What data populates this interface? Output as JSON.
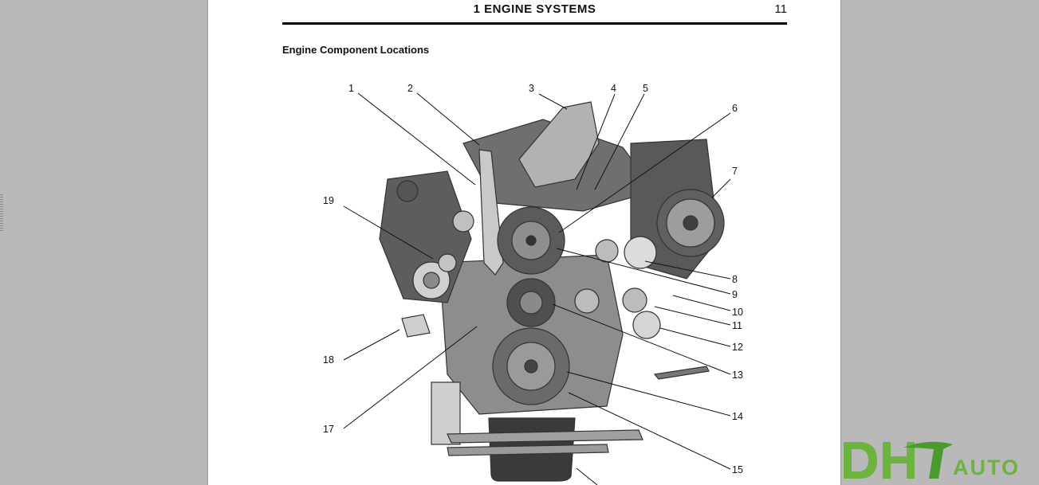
{
  "document": {
    "chapter_title": "1  ENGINE SYSTEMS",
    "page_number": "11",
    "section_heading": "Engine Component Locations"
  },
  "figure": {
    "callouts": [
      "1",
      "2",
      "3",
      "4",
      "5",
      "6",
      "7",
      "8",
      "9",
      "10",
      "11",
      "12",
      "13",
      "14",
      "15",
      "17",
      "18",
      "19"
    ]
  },
  "watermark": {
    "brand_text": "AUTO",
    "brand_initials": "DH",
    "color": "#6db33f"
  }
}
